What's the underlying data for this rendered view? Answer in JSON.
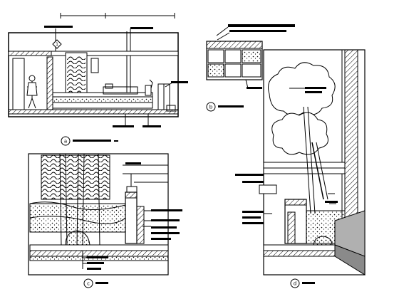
{
  "drawings": {
    "a": {
      "marker": "a",
      "caption": ""
    },
    "b": {
      "marker": "b",
      "caption": ""
    },
    "c": {
      "marker": "c",
      "caption": ""
    },
    "d": {
      "marker": "d",
      "caption": ""
    }
  },
  "colors": {
    "ink": "#000000",
    "paper": "#ffffff",
    "fill_gray": "#9a9a9a"
  }
}
